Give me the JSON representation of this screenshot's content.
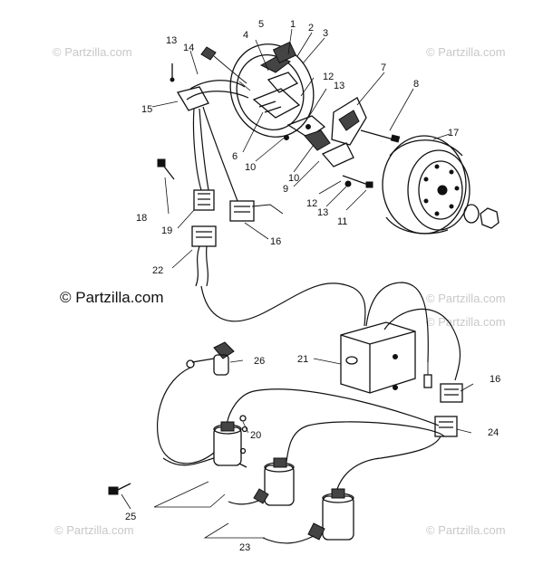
{
  "copyright": "© Partzilla.com",
  "watermarks": [
    "© Partzilla.com",
    "© Partzilla.com",
    "© Partzilla.com",
    "© Partzilla.com",
    "© Partzilla.com",
    "© Partzilla.com"
  ],
  "callouts": [
    "1",
    "2",
    "3",
    "4",
    "5",
    "6",
    "7",
    "8",
    "9",
    "10",
    "10",
    "11",
    "12",
    "12",
    "13",
    "13",
    "13",
    "14",
    "15",
    "16",
    "16",
    "17",
    "18",
    "19",
    "20",
    "21",
    "22",
    "23",
    "24",
    "25",
    "26"
  ]
}
